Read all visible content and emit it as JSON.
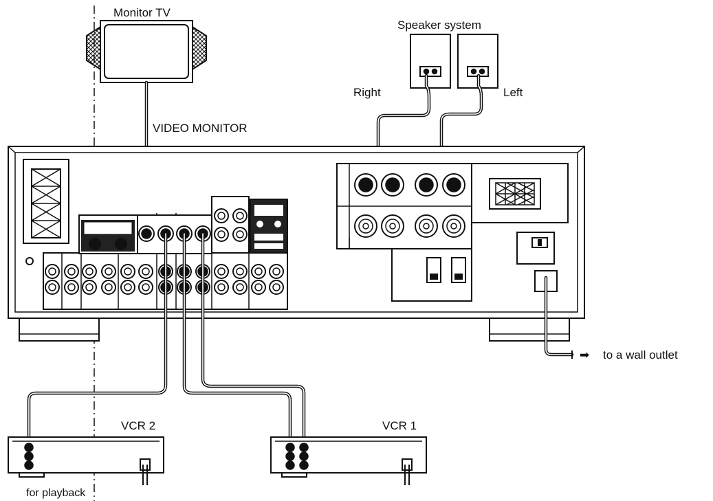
{
  "labels": {
    "monitor_tv": "Monitor TV",
    "speaker_system": "Speaker system",
    "right": "Right",
    "left": "Left",
    "video_monitor": "VIDEO MONITOR",
    "wall_outlet": "to a wall outlet",
    "vcr2": "VCR 2",
    "vcr1": "VCR 1",
    "for_playback": "for playback"
  },
  "symbols": {
    "arrow": "➡"
  }
}
